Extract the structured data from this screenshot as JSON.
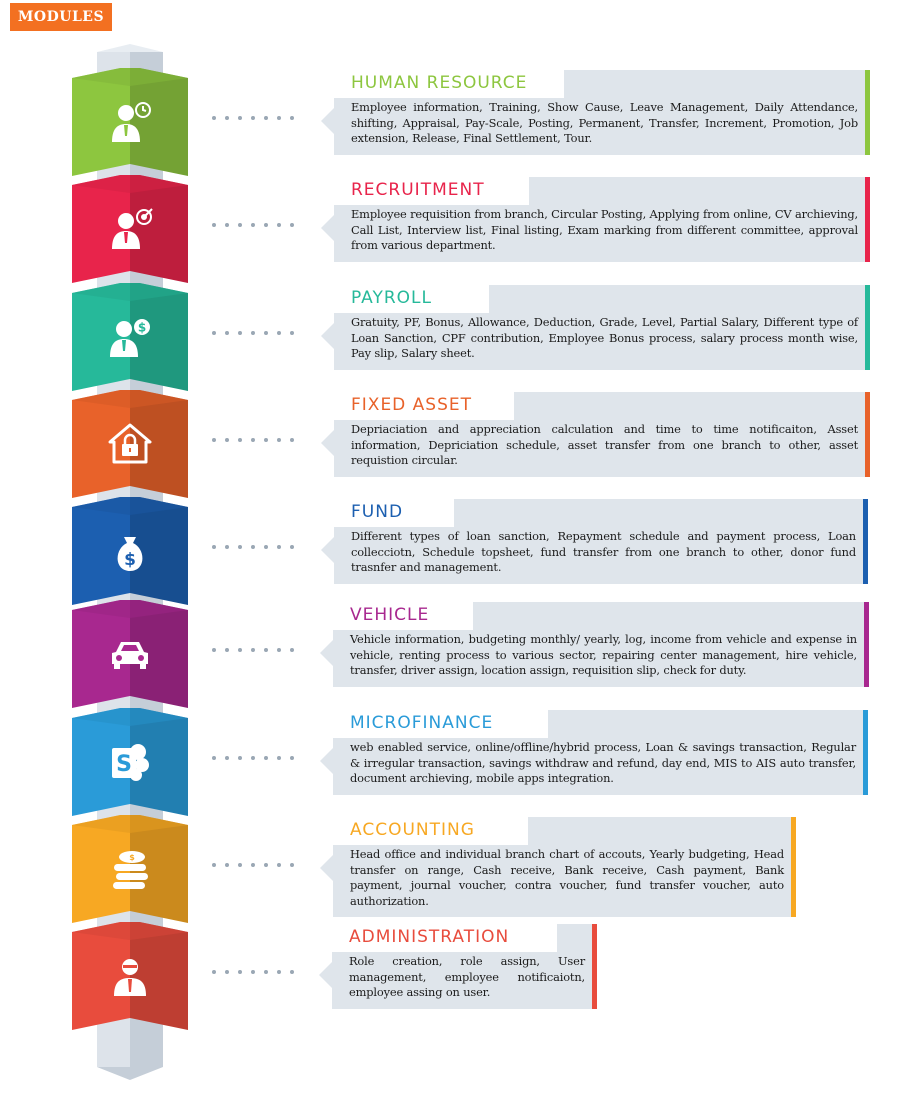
{
  "header": {
    "label": "MODULES"
  },
  "modules": [
    {
      "title": "HUMAN RESOURCE",
      "color": "#8dc63f",
      "icon": "user-clock-icon",
      "description": "Employee information, Training, Show Cause, Leave Management, Daily Attendance, shifting, Appraisal, Pay-Scale, Posting, Permanent, Transfer, Increment, Promotion, Job extension, Release, Final Settlement, Tour."
    },
    {
      "title": "RECRUITMENT",
      "color": "#e8244b",
      "icon": "user-target-icon",
      "description": "Employee requisition from branch, Circular Posting, Applying from online, CV archieving, Call List, Interview list, Final listing, Exam marking from different committee, approval from various department."
    },
    {
      "title": "PAYROLL",
      "color": "#26b99a",
      "icon": "user-money-icon",
      "description": "Gratuity, PF, Bonus, Allowance, Deduction,  Grade, Level, Partial Salary, Different type of Loan Sanction, CPF contribution, Employee Bonus process, salary process month wise, Pay slip, Salary sheet."
    },
    {
      "title": "FIXED ASSET",
      "color": "#e8622a",
      "icon": "house-lock-icon",
      "description": "Depriaciation and appreciation calculation and time to time notificaiton, Asset information, Depriciation schedule, asset transfer from one branch to other, asset requistion circular."
    },
    {
      "title": "FUND",
      "color": "#1c5fb0",
      "icon": "money-bag-icon",
      "description": "Different types of loan sanction, Repayment schedule and payment process, Loan collecciotn, Schedule topsheet, fund transfer from one branch to other, donor fund trasnfer and management."
    },
    {
      "title": "VEHICLE",
      "color": "#a8288f",
      "icon": "car-icon",
      "description": "Vehicle information, budgeting monthly/ yearly, log, income from vehicle and expense in vehicle, renting process to various sector, repairing center management, hire vehicle, transfer, driver assign, location assign, requisition slip, check for duty."
    },
    {
      "title": "MICROFINANCE",
      "color": "#2a9bd8",
      "icon": "sharepoint-icon",
      "description": "web enabled service, online/offline/hybrid process, Loan & savings transaction, Regular & irregular transaction, savings withdraw and refund, day end, MIS to AIS auto transfer, document archieving, mobile apps integration."
    },
    {
      "title": "ACCOUNTING",
      "color": "#f7a823",
      "icon": "coins-icon",
      "description": "Head office and individual branch chart of accouts, Yearly budgeting, Head transfer on range, Cash receive, Bank receive, Cash payment, Bank payment, journal voucher, contra voucher, fund transfer voucher, auto authorization."
    },
    {
      "title": "ADMINISTRATION",
      "color": "#e84c3d",
      "icon": "admin-user-icon",
      "description": "Role creation, role assign, User management, employee notificaiotn, employee assing on user."
    }
  ]
}
